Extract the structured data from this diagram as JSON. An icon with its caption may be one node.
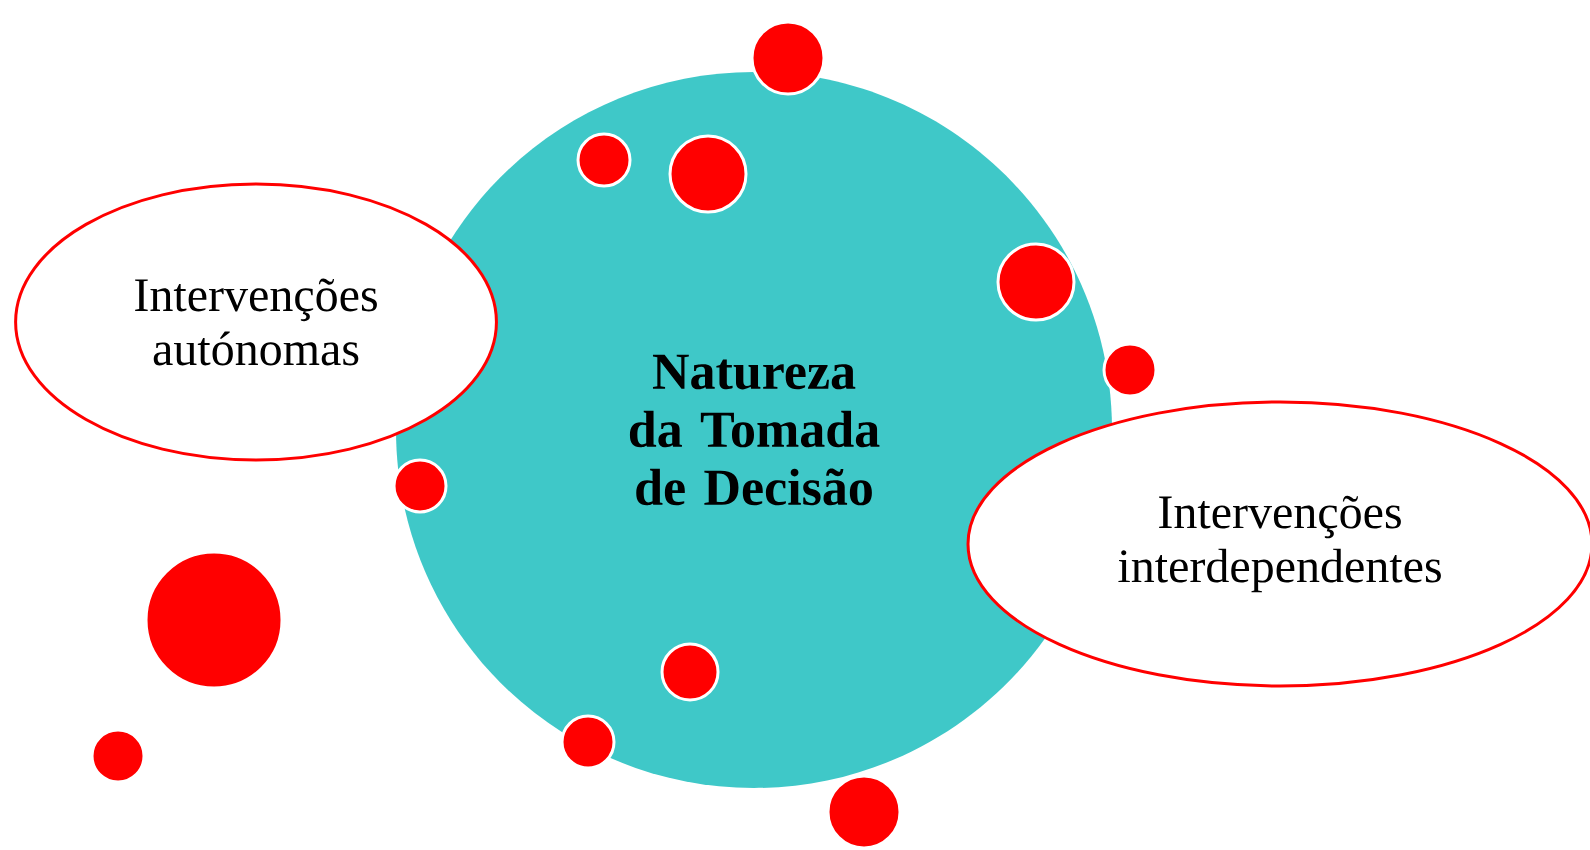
{
  "diagram": {
    "nodes": [
      {
        "text": [
          "Intervenções autónomas"
        ]
      },
      {
        "text": [
          "Natureza da Tomada de Decisão"
        ]
      },
      {
        "text": [
          "Intervenções interdependentes"
        ]
      }
    ]
  }
}
